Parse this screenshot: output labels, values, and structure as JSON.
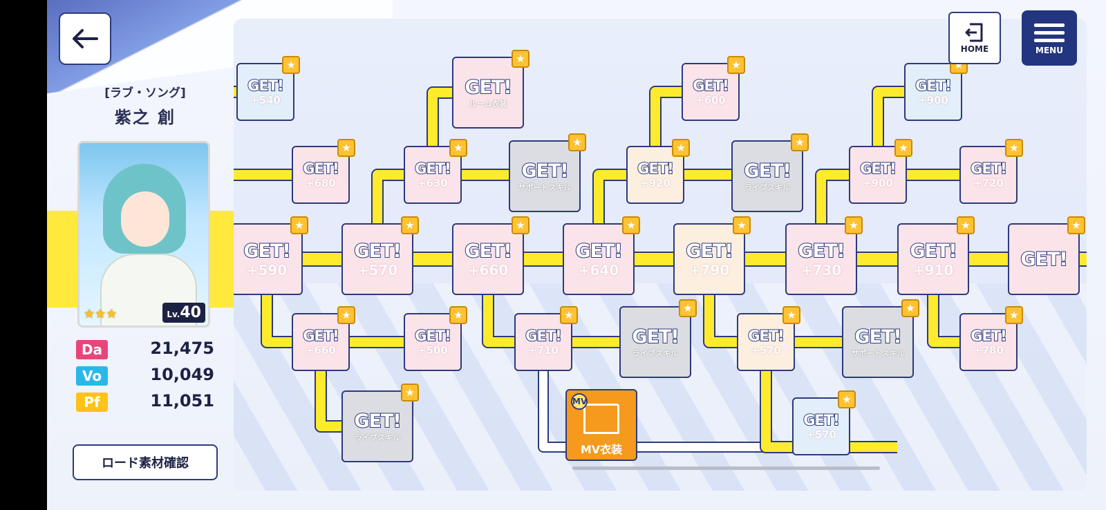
{
  "card": {
    "rarity_title": "[ラブ・ソング]",
    "character_name": "紫之 創",
    "stars": "★★★",
    "level_prefix": "Lv.",
    "level": "40"
  },
  "stats": [
    {
      "label": "Da",
      "value": "21,475",
      "color": "#e8457a"
    },
    {
      "label": "Vo",
      "value": "10,049",
      "color": "#2ab8e8"
    },
    {
      "label": "Pf",
      "value": "11,051",
      "color": "#ffc21a"
    }
  ],
  "buttons": {
    "road_materials": "ロード素材確認",
    "home": "HOME",
    "menu": "MENU"
  },
  "tree": {
    "get_label": "GET!",
    "nodes": [
      {
        "sub": "+540",
        "style": "blue"
      },
      {
        "sub": "ルーム衣装",
        "style": "pink"
      },
      {
        "sub": "+600",
        "style": "pink"
      },
      {
        "sub": "+900",
        "style": "blue"
      },
      {
        "sub": "+680",
        "style": "pink"
      },
      {
        "sub": "+630",
        "style": "pink"
      },
      {
        "sub": "サポートスキル",
        "style": "gray"
      },
      {
        "sub": "+920",
        "style": "cream"
      },
      {
        "sub": "ライブスキル",
        "style": "gray"
      },
      {
        "sub": "+900",
        "style": "pink"
      },
      {
        "sub": "+720",
        "style": "pink"
      },
      {
        "sub": "+590",
        "style": "pink"
      },
      {
        "sub": "+570",
        "style": "pink"
      },
      {
        "sub": "+660",
        "style": "pink"
      },
      {
        "sub": "+640",
        "style": "pink"
      },
      {
        "sub": "+790",
        "style": "cream"
      },
      {
        "sub": "+730",
        "style": "pink"
      },
      {
        "sub": "+910",
        "style": "pink"
      },
      {
        "sub": "",
        "style": "pink"
      },
      {
        "sub": "+660",
        "style": "pink"
      },
      {
        "sub": "+500",
        "style": "pink"
      },
      {
        "sub": "+710",
        "style": "pink"
      },
      {
        "sub": "ライブスキル",
        "style": "gray"
      },
      {
        "sub": "+570",
        "style": "cream"
      },
      {
        "sub": "サポートスキル",
        "style": "gray"
      },
      {
        "sub": "+780",
        "style": "pink"
      },
      {
        "sub": "ライブスキル",
        "style": "gray"
      },
      {
        "sub": "+570",
        "style": "blue"
      }
    ],
    "mv_costume": {
      "label": "MV衣装",
      "icon": "mv-note-icon",
      "note": "MV"
    }
  },
  "colors": {
    "path": "#ffeb2e",
    "path_outline": "#2d3a7a",
    "accent": "#24357f"
  }
}
